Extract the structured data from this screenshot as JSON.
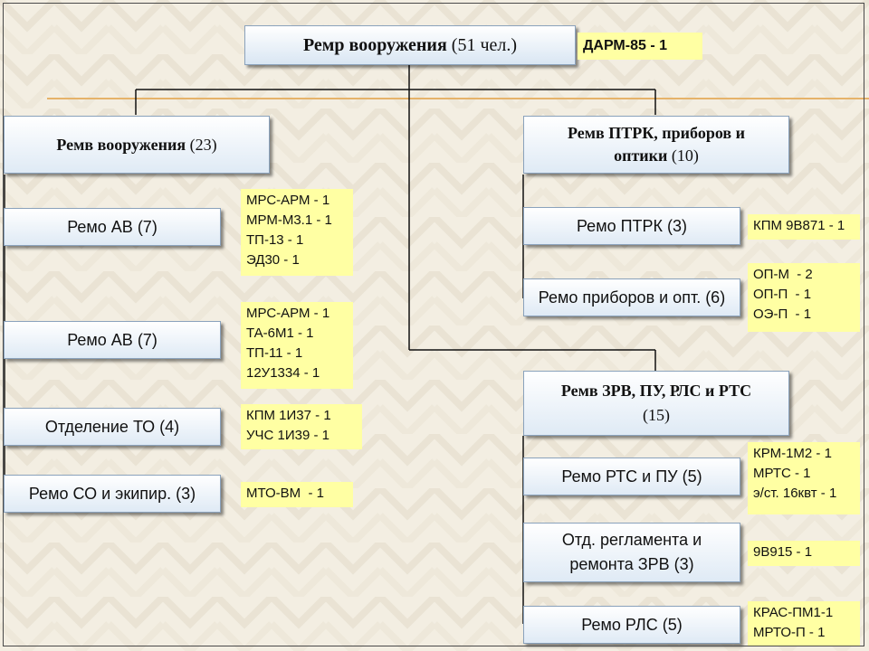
{
  "top": {
    "title": "Ремр вооружения",
    "count": "(51 чел.)",
    "note": "ДАРМ-85 - 1"
  },
  "left_group": {
    "title": "Ремв вооружения",
    "count": "(23)",
    "items": [
      {
        "label": "Ремо АВ (7)",
        "notes": [
          "МРС-АРМ - 1",
          "МРМ-М3.1 - 1",
          "ТП-13 - 1",
          "ЭД30 - 1"
        ]
      },
      {
        "label": "Ремо АВ (7)",
        "notes": [
          "МРС-АРМ - 1",
          "ТА-6М1 - 1",
          "ТП-11 - 1",
          "12У1334 - 1"
        ]
      },
      {
        "label": "Отделение ТО (4)",
        "notes": [
          "КПМ 1И37 - 1",
          "УЧС 1И39 - 1"
        ]
      },
      {
        "label": "Ремо СО и экипир. (3)",
        "notes": [
          "МТО-ВМ  - 1"
        ]
      }
    ]
  },
  "right_group1": {
    "title_line1": "Ремв ПТРК, приборов и",
    "title_line2": "оптики",
    "count": "(10)",
    "items": [
      {
        "label": "Ремо ПТРК (3)",
        "notes": [
          "КПМ 9В871 - 1"
        ]
      },
      {
        "label": "Ремо приборов и опт. (6)",
        "notes": [
          "ОП-М  - 2",
          "ОП-П  - 1",
          "ОЭ-П  - 1"
        ]
      }
    ]
  },
  "right_group2": {
    "title_line1": "Ремв ЗРВ, ПУ, РЛС и РТС",
    "count": "(15)",
    "items": [
      {
        "label": "Ремо РТС и ПУ (5)",
        "notes": [
          "КРМ-1М2 - 1",
          "МРТС - 1",
          "э/ст. 16квт - 1"
        ]
      },
      {
        "label_line1": "Отд. регламента и",
        "label_line2": "ремонта ЗРВ (3)",
        "notes": [
          "9В915 - 1"
        ]
      },
      {
        "label": "Ремо РЛС (5)",
        "notes": [
          "КРАС-ПМ1-1",
          "МРТО-П - 1"
        ]
      }
    ]
  }
}
